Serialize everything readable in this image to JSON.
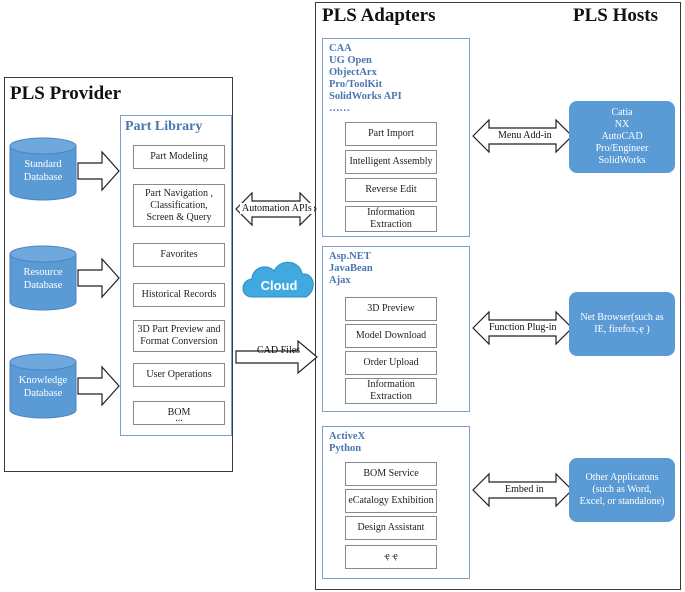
{
  "titles": {
    "provider": "PLS Provider",
    "adapters": "PLS Adapters",
    "hosts": "PLS Hosts"
  },
  "databases": [
    {
      "line1": "Standard",
      "line2": "Database"
    },
    {
      "line1": "Resource",
      "line2": "Database"
    },
    {
      "line1": "Knowledge",
      "line2": "Database"
    }
  ],
  "part_library": {
    "title": "Part Library",
    "items": [
      "Part Modeling",
      "Part Navigation , Classification, Screen & Query",
      "Favorites",
      "Historical Records",
      "3D Part Preview and Format Conversion",
      "User Operations",
      "BOM",
      "..."
    ]
  },
  "cloud": {
    "label": "Cloud",
    "color": "#3fa9e0"
  },
  "connectors": {
    "automation": "Automation APIs",
    "cad": "CAD Files",
    "menu": "Menu Add-in",
    "plugin": "Function Plug-in",
    "embed": "Embed in"
  },
  "adapters": [
    {
      "tech": [
        "CAA",
        "UG Open",
        "ObjectArx",
        "Pro/ToolKit",
        "SolidWorks API",
        "……"
      ],
      "items": [
        "Part Import",
        "Intelligent Assembly",
        "Reverse Edit",
        "Information Extraction"
      ]
    },
    {
      "tech": [
        "Asp.NET",
        "JavaBean",
        "Ajax"
      ],
      "items": [
        "3D Preview",
        "Model Download",
        "Order Upload",
        "Information Extraction"
      ]
    },
    {
      "tech": [
        "ActiveX",
        "Python"
      ],
      "items": [
        "BOM Service",
        "eCatalogy Exhibition",
        "Design Assistant",
        "ҿ ҿ"
      ]
    }
  ],
  "hosts": [
    {
      "lines": [
        "Catia",
        "NX",
        "AutoCAD",
        "Pro/Engineer",
        "SolidWorks"
      ]
    },
    {
      "lines": [
        "Net Browser(such as",
        "IE, firefox,ҿ )"
      ]
    },
    {
      "lines": [
        "Other Applicatons",
        "(such as Word,",
        "Excel, or standalone)"
      ]
    }
  ],
  "colors": {
    "accent": "#4a76b0",
    "host_fill": "#5b9bd5",
    "panel_border": "#7da0c8"
  }
}
